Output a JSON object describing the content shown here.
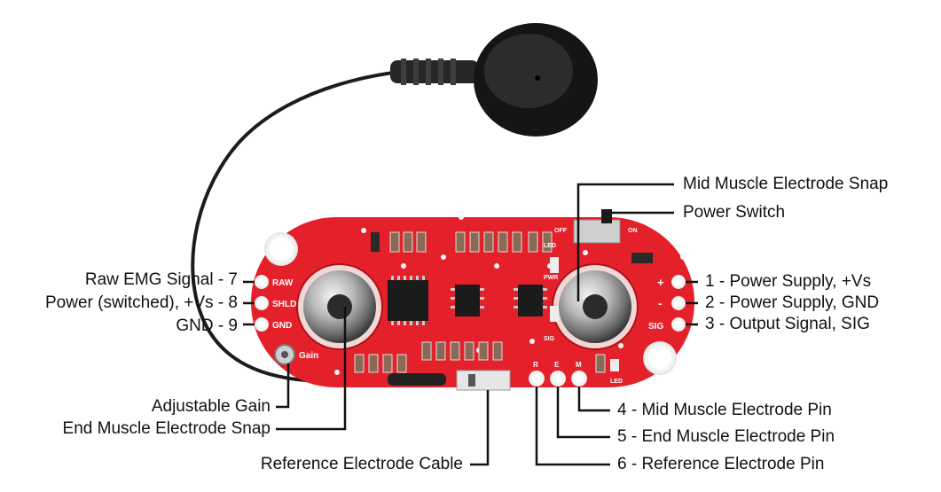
{
  "callouts": {
    "mid_snap": "Mid Muscle Electrode Snap",
    "power_switch": "Power Switch",
    "vs": "1 - Power Supply, +Vs",
    "gnd_r": "2 - Power Supply, GND",
    "sig_out": "3 - Output Signal, SIG",
    "mid_pin": "4 - Mid Muscle Electrode Pin",
    "end_pin": "5 - End Muscle Electrode Pin",
    "ref_pin": "6 - Reference Electrode Pin",
    "raw": "Raw EMG Signal - 7",
    "pwr_sw": "Power (switched), +Vs - 8",
    "gnd_l": "GND - 9",
    "gain": "Adjustable Gain",
    "end_snap": "End Muscle Electrode Snap",
    "ref_cable": "Reference Electrode Cable"
  },
  "silkscreen": {
    "raw": "RAW",
    "shld": "SHLD",
    "gnd": "GND",
    "gain": "Gain",
    "plus": "+",
    "minus": "-",
    "sig": "SIG",
    "off": "OFF",
    "on": "ON",
    "led_top": "LED",
    "pwr": "PWR",
    "sig_small": "SIG",
    "r": "R",
    "e": "E",
    "m": "M",
    "led_bottom": "LED"
  },
  "colors": {
    "board": "#e4212b",
    "text": "#111111",
    "leader": "#111111",
    "cable": "#1c1c1c"
  }
}
